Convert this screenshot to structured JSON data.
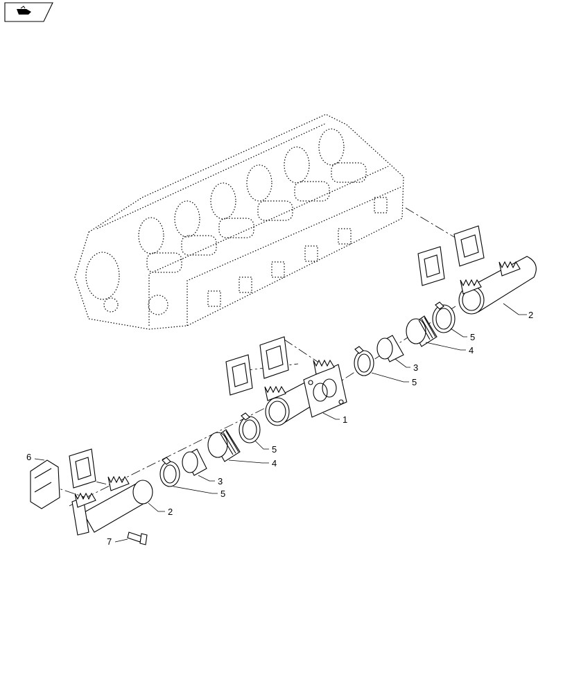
{
  "icon": {
    "name": "view-orientation-icon"
  },
  "callouts": [
    {
      "id": "1",
      "label": "1"
    },
    {
      "id": "2a",
      "label": "2"
    },
    {
      "id": "2b",
      "label": "2"
    },
    {
      "id": "3a",
      "label": "3"
    },
    {
      "id": "3b",
      "label": "3"
    },
    {
      "id": "4a",
      "label": "4"
    },
    {
      "id": "4b",
      "label": "4"
    },
    {
      "id": "5a",
      "label": "5"
    },
    {
      "id": "5b",
      "label": "5"
    },
    {
      "id": "5c",
      "label": "5"
    },
    {
      "id": "5d",
      "label": "5"
    },
    {
      "id": "6",
      "label": "6"
    },
    {
      "id": "7",
      "label": "7"
    }
  ]
}
